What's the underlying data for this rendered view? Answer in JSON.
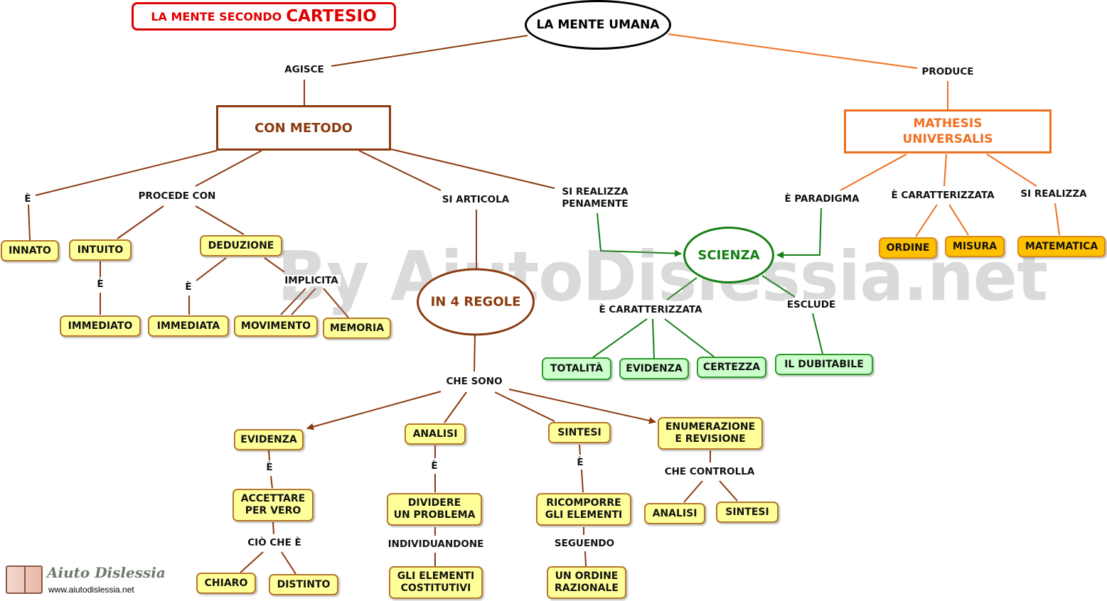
{
  "title": {
    "prefix": "LA MENTE SECONDO",
    "main": "CARTESIO"
  },
  "watermark": "By AiutoDislessia.net",
  "logo": {
    "name": "Aiuto Dislessia",
    "url": "www.aiutodislessia.net"
  },
  "colors": {
    "brown": "#8b3a0e",
    "orange": "#f07020",
    "green": "#148014",
    "red": "#e00000",
    "yellow_fill": "#ffff99",
    "green_fill": "#ccffcc",
    "orange_fill": "#ffc000"
  },
  "nodes": {
    "mente_umana": "LA MENTE UMANA",
    "con_metodo": "CON METODO",
    "mathesis": "MATHESIS\nUNIVERSALIS",
    "innato": "INNATO",
    "intuito": "INTUITO",
    "immediato": "IMMEDIATO",
    "deduzione": "DEDUZIONE",
    "immediata": "IMMEDIATA",
    "movimento": "MOVIMENTO",
    "memoria": "MEMORIA",
    "in4regole": "IN 4 REGOLE",
    "scienza": "SCIENZA",
    "totalita": "TOTALITÀ",
    "evidenza_g": "EVIDENZA",
    "certezza": "CERTEZZA",
    "dubitabile": "IL DUBITABILE",
    "ordine": "ORDINE",
    "misura": "MISURA",
    "matematica": "MATEMATICA",
    "evidenza": "EVIDENZA",
    "analisi": "ANALISI",
    "sintesi": "SINTESI",
    "enumerazione": "ENUMERAZIONE\nE REVISIONE",
    "accettare": "ACCETTARE\nPER VERO",
    "chiaro": "CHIARO",
    "distinto": "DISTINTO",
    "dividere": "DIVIDERE\nUN PROBLEMA",
    "gli_elementi": "GLI ELEMENTI\nCOSTITUTIVI",
    "ricomporre": "RICOMPORRE\nGLI ELEMENTI",
    "ordine_raz": "UN ORDINE\nRAZIONALE",
    "analisi2": "ANALISI",
    "sintesi2": "SINTESI"
  },
  "labels": {
    "agisce": "AGISCE",
    "produce": "PRODUCE",
    "e1": "È",
    "procede": "PROCEDE CON",
    "si_articola": "SI ARTICOLA",
    "si_realizza_pen": "SI REALIZZA\nPENAMENTE",
    "e_paradigma": "È PARADIGMA",
    "e_caratt": "È CARATTERIZZATA",
    "si_realizza": "SI REALIZZA",
    "e2": "È",
    "e3": "È",
    "implicita": "IMPLICITA",
    "e_caratt2": "È CARATTERIZZATA",
    "esclude": "ESCLUDE",
    "che_sono": "CHE SONO",
    "e4": "È",
    "e5": "È",
    "e6": "È",
    "cio_che_e": "CIÒ CHE È",
    "individuandone": "INDIVIDUANDONE",
    "seguendo": "SEGUENDO",
    "che_controlla": "CHE CONTROLLA"
  }
}
